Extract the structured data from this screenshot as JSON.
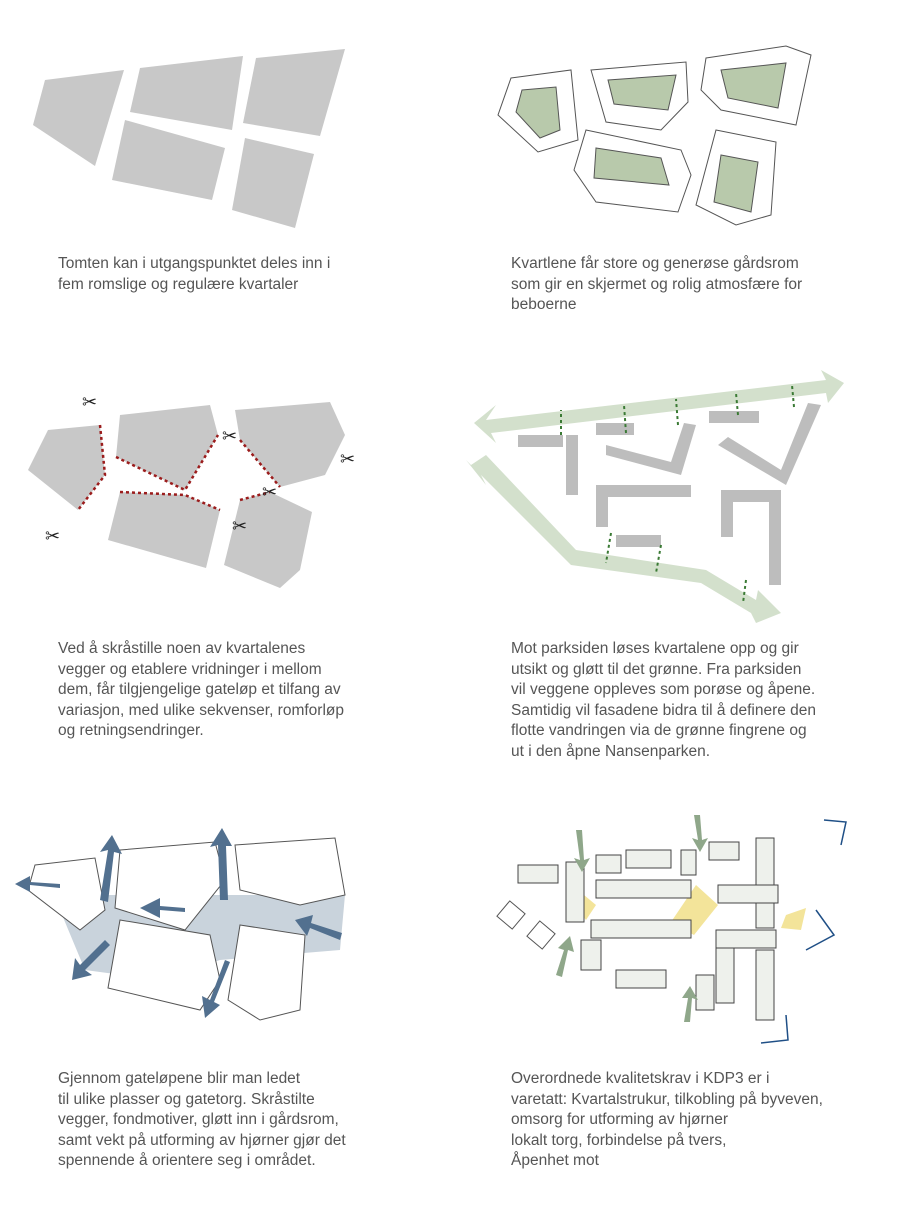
{
  "colors": {
    "block": "#c8c8c8",
    "courtyard": "#b8c9ab",
    "cut_line": "#9b1c1c",
    "green_path": "#d3e0cc",
    "green_arrow": "#3a7a34",
    "street": "#c9d3dc",
    "street_arrow": "#52708f",
    "torg": "#f3e49a",
    "view_arrow": "#1f4f86",
    "text": "#555555"
  },
  "panels": [
    {
      "id": "division",
      "caption_lines": [
        "Tomten kan i utgangspunktet deles inn i",
        "fem romslige og regulære kvartaler"
      ]
    },
    {
      "id": "courtyards",
      "caption_lines": [
        "Kvartlene får store og generøse gårdsrom",
        "som gir en skjermet og rolig atmosfære for",
        "beboerne"
      ]
    },
    {
      "id": "skewed-walls",
      "caption_lines": [
        "Ved å skråstille noen av kvartalenes",
        "vegger og etablere vridninger i mellom",
        "dem, får tilgjengelige gateløp et tilfang av",
        "variasjon, med ulike sekvenser, romforløp",
        "og retningsendringer."
      ]
    },
    {
      "id": "park-side",
      "caption_lines": [
        "Mot parksiden løses kvartalene opp og gir",
        "utsikt og gløtt til det grønne. Fra parksiden",
        "vil veggene oppleves som porøse og åpene.",
        "Samtidig vil fasadene bidra til å definere den",
        "flotte vandringen via de grønne fingrene og",
        "ut i den åpne Nansenparken."
      ]
    },
    {
      "id": "streets",
      "caption_lines": [
        "Gjennom gateløpene blir man ledet",
        "til ulike plasser og gatetorg. Skråstilte",
        "vegger, fondmotiver, gløtt inn i gårdsrom,",
        "samt vekt på utforming av hjørner gjør det",
        "spennende å orientere seg i området."
      ]
    },
    {
      "id": "quality",
      "caption_lines": [
        "Overordnede kvalitetskrav i KDP3 er i",
        "varetatt: Kvartalstrukur, tilkobling på byveven,",
        "omsorg for utforming av hjørner",
        "lokalt torg, forbindelse på tvers,",
        "Åpenhet mot"
      ]
    }
  ]
}
